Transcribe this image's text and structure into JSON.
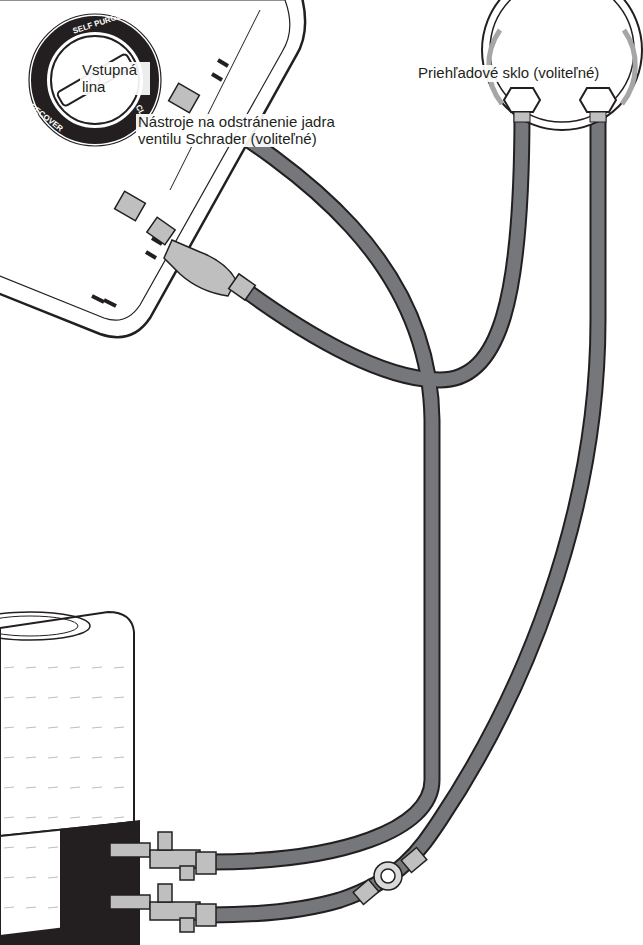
{
  "diagram": {
    "nodes": [
      {
        "text": [
          "Priehľadové sklo (voliteľné)"
        ]
      }
    ],
    "labels": [
      "SELF PURGE",
      "CLOSED",
      "RECOVER",
      "Vstupná lina",
      "Nástroje na odstránenie jadra ventilu Schrader (voliteľné)"
    ]
  }
}
